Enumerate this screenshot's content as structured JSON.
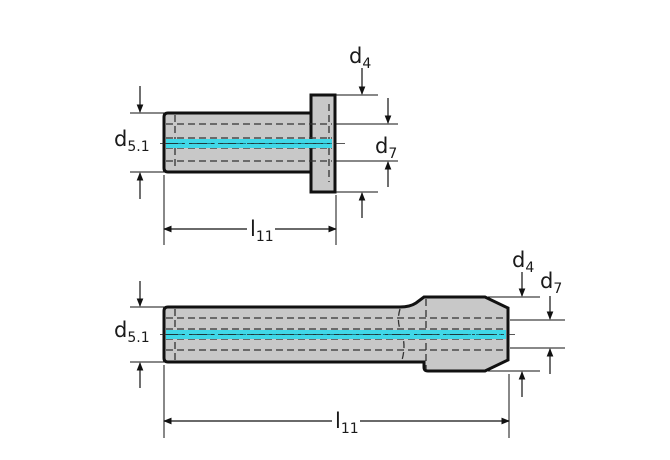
{
  "views": [
    {
      "id": "top",
      "dims": {
        "d4": {
          "main": "d",
          "sub": "4"
        },
        "d51": {
          "main": "d",
          "sub": "5.1"
        },
        "d7": {
          "main": "d",
          "sub": "7"
        },
        "l11": {
          "main": "l",
          "sub": "11"
        }
      }
    },
    {
      "id": "bottom",
      "dims": {
        "d4": {
          "main": "d",
          "sub": "4"
        },
        "d51": {
          "main": "d",
          "sub": "5.1"
        },
        "d7": {
          "main": "d",
          "sub": "7"
        },
        "l11": {
          "main": "l",
          "sub": "11"
        }
      }
    }
  ],
  "colors": {
    "body_fill": "#c8c8c8",
    "outline": "#111111",
    "coolant": "#40d8e8",
    "hidden": "#333333"
  }
}
